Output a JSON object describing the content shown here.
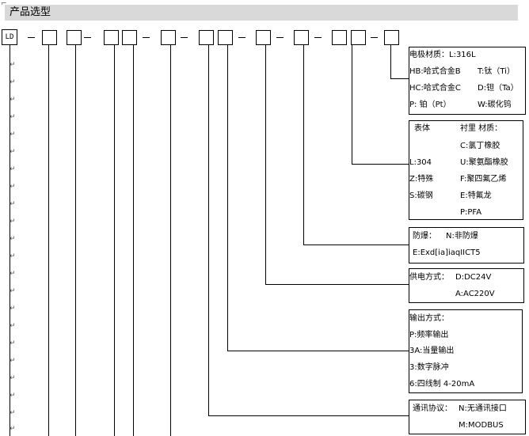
{
  "title": "产品选型",
  "model_prefix": "LD",
  "material": {
    "title": "电极材质：L:316L",
    "hb": "HB:哈式合金B",
    "ti": "T:钛（Ti）",
    "hc": "HC:哈式合金C",
    "ta": "D:钽（Ta）",
    "pt": "P:  铂（Pt）",
    "w": "W:碳化钨"
  },
  "body": {
    "body_label": "表体",
    "lining_label": "衬里 材质：",
    "c": "C:氯丁橡胶",
    "l304": "L:304",
    "u": "U:聚氨酯橡胶",
    "z": "Z:特殊",
    "f": "F:聚四氟乙烯",
    "s": "S:碳钢",
    "e": "E:特氟龙",
    "pfa": "P:PFA"
  },
  "explosion": {
    "title": "防爆：",
    "n": "N:非防爆",
    "e": "E:Exd[ia]iaqIICT5"
  },
  "power": {
    "title": "供电方式：",
    "d": "D:DC24V",
    "a": "A:AC220V"
  },
  "output": {
    "title": "输出方式：",
    "p": "P:频率输出",
    "a3": "3A:当量输出",
    "d3": "3:数字脉冲",
    "w6": "6:四线制 4-20mA"
  },
  "protocol": {
    "title": "通讯协议：",
    "n": "N:无通讯接口",
    "m": "M:MODBUS"
  }
}
